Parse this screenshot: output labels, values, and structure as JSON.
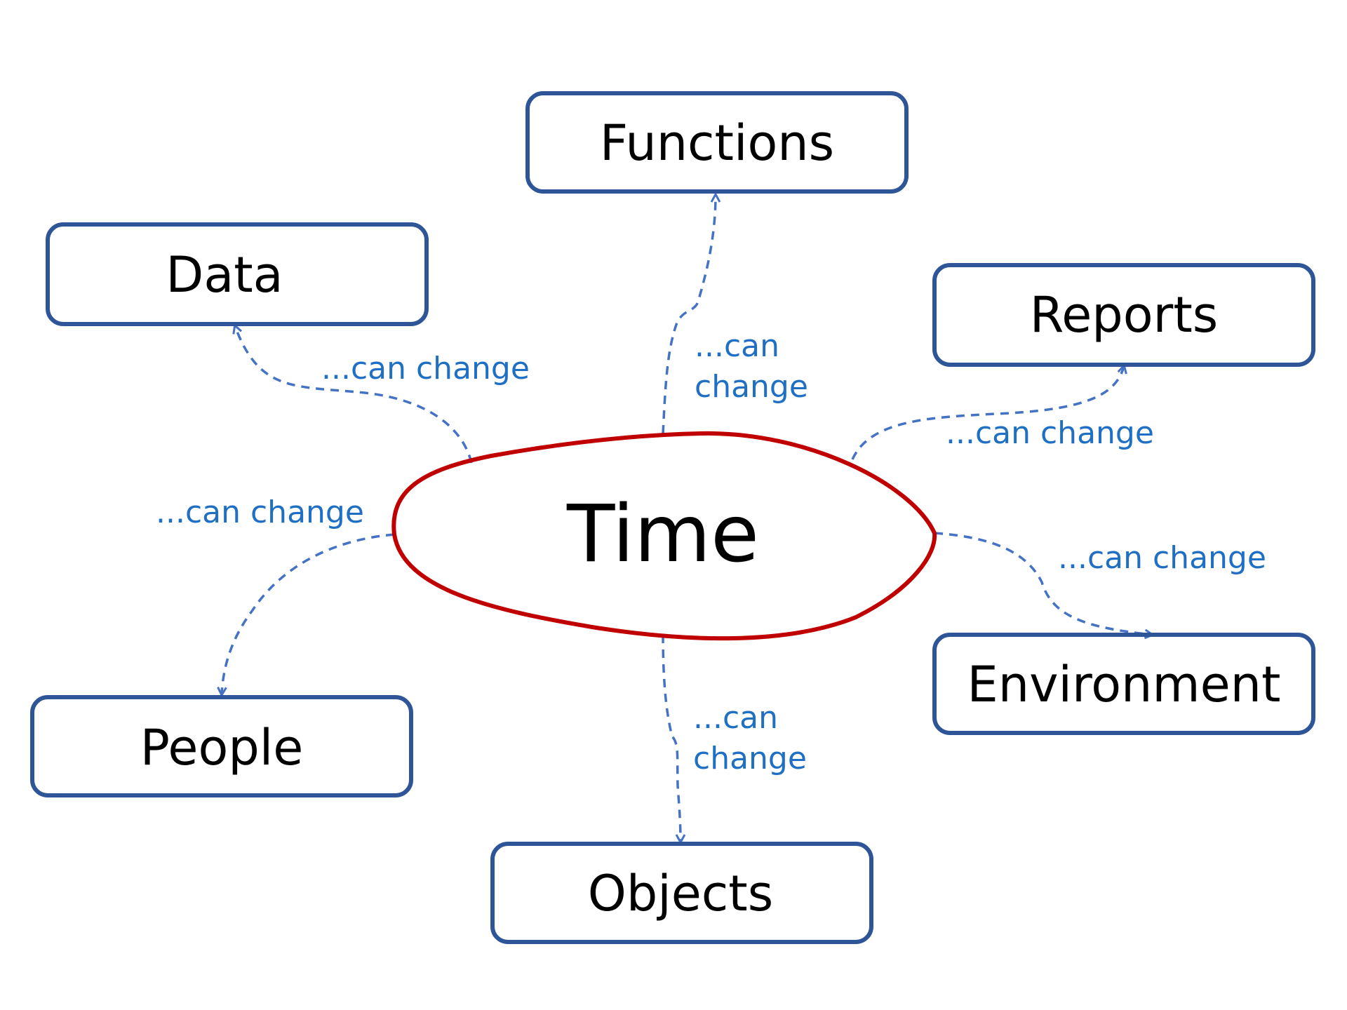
{
  "colors": {
    "box_stroke": "#2E5597",
    "center_stroke": "#C00000",
    "arrow": "#4472C4",
    "edge_label": "#1F6FC5",
    "text": "#000000"
  },
  "center": {
    "label": "Time"
  },
  "nodes": {
    "functions": "Functions",
    "data": "Data",
    "reports": "Reports",
    "environment": "Environment",
    "people": "People",
    "objects": "Objects"
  },
  "edge_labels": {
    "functions": [
      "...can",
      "change"
    ],
    "data": "...can change",
    "reports": "...can change",
    "environment": "...can change",
    "people": "...can change",
    "objects": [
      "...can",
      "change"
    ]
  }
}
